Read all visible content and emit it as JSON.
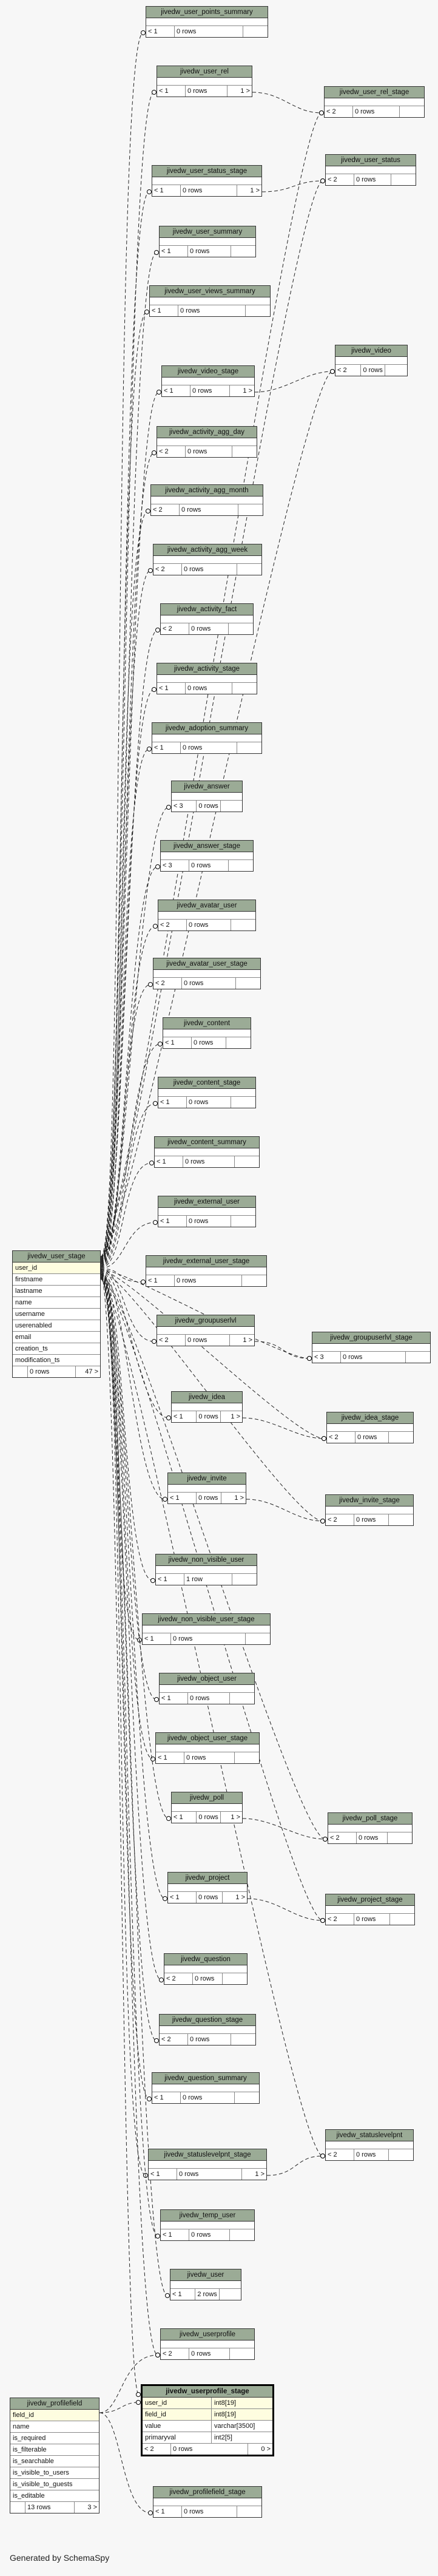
{
  "footer": "Generated by SchemaSpy",
  "tables": [
    {
      "id": "user_points_summary",
      "name": "jivedw_user_points_summary",
      "ancestors": "< 1",
      "rows": "0 rows",
      "children": ""
    },
    {
      "id": "user_rel",
      "name": "jivedw_user_rel",
      "ancestors": "< 1",
      "rows": "0 rows",
      "children": "1 >"
    },
    {
      "id": "user_rel_stage",
      "name": "jivedw_user_rel_stage",
      "ancestors": "< 2",
      "rows": "0 rows",
      "children": ""
    },
    {
      "id": "user_status_stage",
      "name": "jivedw_user_status_stage",
      "ancestors": "< 1",
      "rows": "0 rows",
      "children": "1 >"
    },
    {
      "id": "user_status",
      "name": "jivedw_user_status",
      "ancestors": "< 2",
      "rows": "0 rows",
      "children": ""
    },
    {
      "id": "user_summary",
      "name": "jivedw_user_summary",
      "ancestors": "< 1",
      "rows": "0 rows",
      "children": ""
    },
    {
      "id": "user_views_summary",
      "name": "jivedw_user_views_summary",
      "ancestors": "< 1",
      "rows": "0 rows",
      "children": ""
    },
    {
      "id": "video",
      "name": "jivedw_video",
      "ancestors": "< 2",
      "rows": "0 rows",
      "children": ""
    },
    {
      "id": "video_stage",
      "name": "jivedw_video_stage",
      "ancestors": "< 1",
      "rows": "0 rows",
      "children": "1 >"
    },
    {
      "id": "activity_agg_day",
      "name": "jivedw_activity_agg_day",
      "ancestors": "< 2",
      "rows": "0 rows",
      "children": ""
    },
    {
      "id": "activity_agg_month",
      "name": "jivedw_activity_agg_month",
      "ancestors": "< 2",
      "rows": "0 rows",
      "children": ""
    },
    {
      "id": "activity_agg_week",
      "name": "jivedw_activity_agg_week",
      "ancestors": "< 2",
      "rows": "0 rows",
      "children": ""
    },
    {
      "id": "activity_fact",
      "name": "jivedw_activity_fact",
      "ancestors": "< 2",
      "rows": "0 rows",
      "children": ""
    },
    {
      "id": "activity_stage",
      "name": "jivedw_activity_stage",
      "ancestors": "< 1",
      "rows": "0 rows",
      "children": ""
    },
    {
      "id": "adoption_summary",
      "name": "jivedw_adoption_summary",
      "ancestors": "< 1",
      "rows": "0 rows",
      "children": ""
    },
    {
      "id": "answer",
      "name": "jivedw_answer",
      "ancestors": "< 3",
      "rows": "0 rows",
      "children": ""
    },
    {
      "id": "answer_stage",
      "name": "jivedw_answer_stage",
      "ancestors": "< 3",
      "rows": "0 rows",
      "children": ""
    },
    {
      "id": "avatar_user",
      "name": "jivedw_avatar_user",
      "ancestors": "< 2",
      "rows": "0 rows",
      "children": ""
    },
    {
      "id": "avatar_user_stage",
      "name": "jivedw_avatar_user_stage",
      "ancestors": "< 2",
      "rows": "0 rows",
      "children": ""
    },
    {
      "id": "content",
      "name": "jivedw_content",
      "ancestors": "< 1",
      "rows": "0 rows",
      "children": ""
    },
    {
      "id": "content_stage",
      "name": "jivedw_content_stage",
      "ancestors": "< 1",
      "rows": "0 rows",
      "children": ""
    },
    {
      "id": "content_summary",
      "name": "jivedw_content_summary",
      "ancestors": "< 1",
      "rows": "0 rows",
      "children": ""
    },
    {
      "id": "external_user",
      "name": "jivedw_external_user",
      "ancestors": "< 1",
      "rows": "0 rows",
      "children": ""
    },
    {
      "id": "external_user_stage",
      "name": "jivedw_external_user_stage",
      "ancestors": "< 1",
      "rows": "0 rows",
      "children": ""
    },
    {
      "id": "groupuserlvl",
      "name": "jivedw_groupuserlvl",
      "ancestors": "< 2",
      "rows": "0 rows",
      "children": "1 >"
    },
    {
      "id": "groupuserlvl_stage",
      "name": "jivedw_groupuserlvl_stage",
      "ancestors": "< 3",
      "rows": "0 rows",
      "children": ""
    },
    {
      "id": "idea",
      "name": "jivedw_idea",
      "ancestors": "< 1",
      "rows": "0 rows",
      "children": "1 >"
    },
    {
      "id": "idea_stage",
      "name": "jivedw_idea_stage",
      "ancestors": "< 2",
      "rows": "0 rows",
      "children": ""
    },
    {
      "id": "invite",
      "name": "jivedw_invite",
      "ancestors": "< 1",
      "rows": "0 rows",
      "children": "1 >"
    },
    {
      "id": "invite_stage",
      "name": "jivedw_invite_stage",
      "ancestors": "< 2",
      "rows": "0 rows",
      "children": ""
    },
    {
      "id": "non_visible_user",
      "name": "jivedw_non_visible_user",
      "ancestors": "< 1",
      "rows": "1 row",
      "children": ""
    },
    {
      "id": "non_visible_user_stage",
      "name": "jivedw_non_visible_user_stage",
      "ancestors": "< 1",
      "rows": "0 rows",
      "children": ""
    },
    {
      "id": "object_user",
      "name": "jivedw_object_user",
      "ancestors": "< 1",
      "rows": "0 rows",
      "children": ""
    },
    {
      "id": "object_user_stage",
      "name": "jivedw_object_user_stage",
      "ancestors": "< 1",
      "rows": "0 rows",
      "children": ""
    },
    {
      "id": "poll",
      "name": "jivedw_poll",
      "ancestors": "< 1",
      "rows": "0 rows",
      "children": "1 >"
    },
    {
      "id": "poll_stage",
      "name": "jivedw_poll_stage",
      "ancestors": "< 2",
      "rows": "0 rows",
      "children": ""
    },
    {
      "id": "project",
      "name": "jivedw_project",
      "ancestors": "< 1",
      "rows": "0 rows",
      "children": "1 >"
    },
    {
      "id": "project_stage",
      "name": "jivedw_project_stage",
      "ancestors": "< 2",
      "rows": "0 rows",
      "children": ""
    },
    {
      "id": "question",
      "name": "jivedw_question",
      "ancestors": "< 2",
      "rows": "0 rows",
      "children": ""
    },
    {
      "id": "question_stage",
      "name": "jivedw_question_stage",
      "ancestors": "< 2",
      "rows": "0 rows",
      "children": ""
    },
    {
      "id": "question_summary",
      "name": "jivedw_question_summary",
      "ancestors": "< 1",
      "rows": "0 rows",
      "children": ""
    },
    {
      "id": "statuslevelpnt",
      "name": "jivedw_statuslevelpnt",
      "ancestors": "< 2",
      "rows": "0 rows",
      "children": ""
    },
    {
      "id": "statuslevelpnt_stage",
      "name": "jivedw_statuslevelpnt_stage",
      "ancestors": "< 1",
      "rows": "0 rows",
      "children": "1 >"
    },
    {
      "id": "temp_user",
      "name": "jivedw_temp_user",
      "ancestors": "< 1",
      "rows": "0 rows",
      "children": ""
    },
    {
      "id": "user",
      "name": "jivedw_user",
      "ancestors": "< 1",
      "rows": "2 rows",
      "children": ""
    },
    {
      "id": "userprofile",
      "name": "jivedw_userprofile",
      "ancestors": "< 2",
      "rows": "0 rows",
      "children": ""
    },
    {
      "id": "profilefield_stage",
      "name": "jivedw_profilefield_stage",
      "ancestors": "< 1",
      "rows": "0 rows",
      "children": ""
    }
  ],
  "user_stage": {
    "name": "jivedw_user_stage",
    "pk": "user_id",
    "columns": [
      "firstname",
      "lastname",
      "name",
      "username",
      "userenabled",
      "email",
      "creation_ts",
      "modification_ts"
    ],
    "rows": "0 rows",
    "children": "47 >"
  },
  "profilefield": {
    "name": "jivedw_profilefield",
    "pk": "field_id",
    "columns": [
      "name",
      "is_required",
      "is_filterable",
      "is_searchable",
      "is_visible_to_users",
      "is_visible_to_guests",
      "is_editable"
    ],
    "rows": "13 rows",
    "children": "3 >"
  },
  "userprofile_stage": {
    "name": "jivedw_userprofile_stage",
    "columns": [
      {
        "name": "user_id",
        "type": "int8[19]",
        "pk": true
      },
      {
        "name": "field_id",
        "type": "int8[19]",
        "pk": true
      },
      {
        "name": "value",
        "type": "varchar[3500]",
        "pk": false
      },
      {
        "name": "primaryval",
        "type": "int2[5]",
        "pk": false
      }
    ],
    "ancestors": "< 2",
    "rows": "0 rows",
    "children": "0 >"
  }
}
